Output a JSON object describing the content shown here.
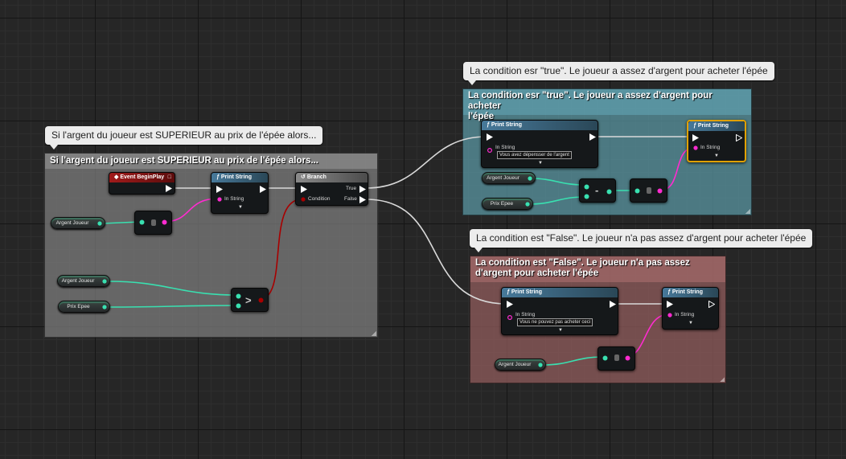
{
  "comments": {
    "main": {
      "bubble": "Si l'argent du joueur est SUPERIEUR au prix de l'épée alors...",
      "title": "Si l'argent du joueur est SUPERIEUR au prix de l'épée alors..."
    },
    "true_branch": {
      "bubble": "La condition esr \"true\". Le joueur a assez d'argent pour acheter l'épée",
      "title_line1": "La condition esr \"true\". Le joueur a assez d'argent pour acheter",
      "title_line2": "l'épée"
    },
    "false_branch": {
      "bubble": "La condition est \"False\". Le joueur n'a pas assez d'argent pour acheter l'épée",
      "title_line1": "La condition est \"False\". Le joueur n'a pas assez",
      "title_line2": "d'argent pour acheter l'épée"
    }
  },
  "nodes": {
    "event_begin_play": {
      "title": "Event BeginPlay"
    },
    "print_string_main": {
      "title": "Print String",
      "pin_label": "In String"
    },
    "branch": {
      "title": "Branch",
      "condition": "Condition",
      "true": "True",
      "false": "False"
    },
    "print_string_true_1": {
      "title": "Print String",
      "pin_label": "In String",
      "value": "Vous avez dépensser de l'argent"
    },
    "print_string_true_2": {
      "title": "Print String",
      "pin_label": "In String"
    },
    "print_string_false_1": {
      "title": "Print String",
      "pin_label": "In String",
      "value": "Vous ne pouvez pas acheter ceci"
    },
    "print_string_false_2": {
      "title": "Print String",
      "pin_label": "In String"
    }
  },
  "variables": {
    "argent_joueur": "Argent Joueur",
    "prix_epee": "Prix Epee"
  },
  "operators": {
    "greater": ">",
    "subtract": "-"
  },
  "colors": {
    "exec": "#ffffff",
    "float_pin": "#39e0b0",
    "string_pin": "#ff2bd0",
    "bool_pin": "#a80000",
    "main_comment": "#6c6c6c",
    "true_comment": "#4e8d96",
    "false_comment": "#8a5a5a",
    "selected_outline": "#e0a100"
  }
}
